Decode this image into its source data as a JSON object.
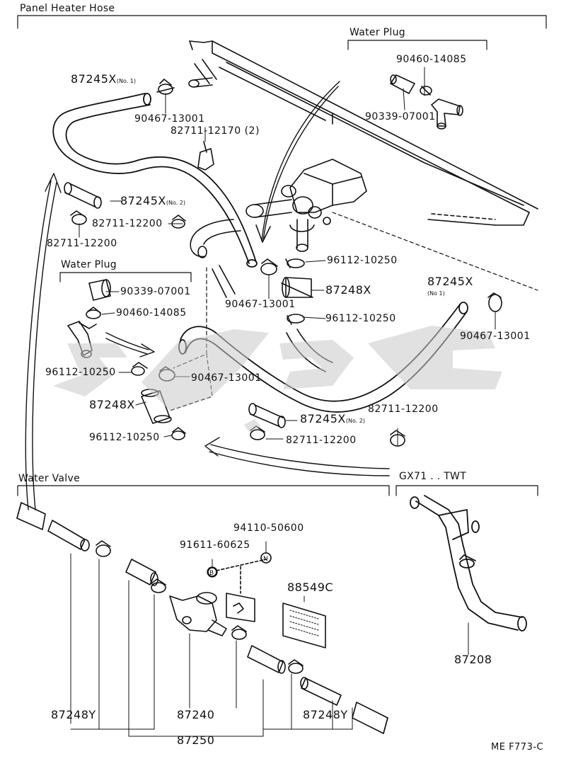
{
  "titles": {
    "panel_heater_hose": "Panel Heater Hose",
    "water_plug_top": "Water Plug",
    "water_plug_left": "Water Plug",
    "water_valve": "Water Valve",
    "gx71": "GX71 . . TWT",
    "code": "ME F773-C"
  },
  "parts": {
    "p87245X_no1_a": "87245X",
    "p87245X_no1_a_sub": "(No. 1)",
    "p90467_a": "90467-13001",
    "p82711_12170": "82711-12170 (2)",
    "p90460_a": "90460-14085",
    "p90339_a": "90339-07001",
    "p87245X_no2_a": "87245X",
    "p87245X_no2_a_sub": "(No. 2)",
    "p82711_12200_a": "82711-12200",
    "p82711_12200_b": "82711-12200",
    "p96112_a": "96112-10250",
    "p90339_b": "90339-07001",
    "p90467_b": "90467-13001",
    "p87248X_a": "87248X",
    "p90460_b": "90460-14085",
    "p96112_b": "96112-10250",
    "p87245X_no1_b": "87245X",
    "p87245X_no1_b_sub": "(No   1)",
    "p90467_c": "90467-13001",
    "p96112_c": "96112-10250",
    "p90467_d": "90467-13001",
    "p87248X_b": "87248X",
    "p82711_12200_c": "82711-12200",
    "p87245X_no2_b": "87245X",
    "p87245X_no2_b_sub": "(No. 2)",
    "p96112_d": "96112-10250",
    "p82711_12200_d": "82711-12200",
    "p94110": "94110-50600",
    "p91611": "91611-60625",
    "p88549C": "88549C",
    "p87248Y_a": "87248Y",
    "p87240": "87240",
    "p87248Y_b": "87248Y",
    "p87250": "87250",
    "p87208": "87208",
    "mark_B": "B",
    "mark_N": "N"
  }
}
